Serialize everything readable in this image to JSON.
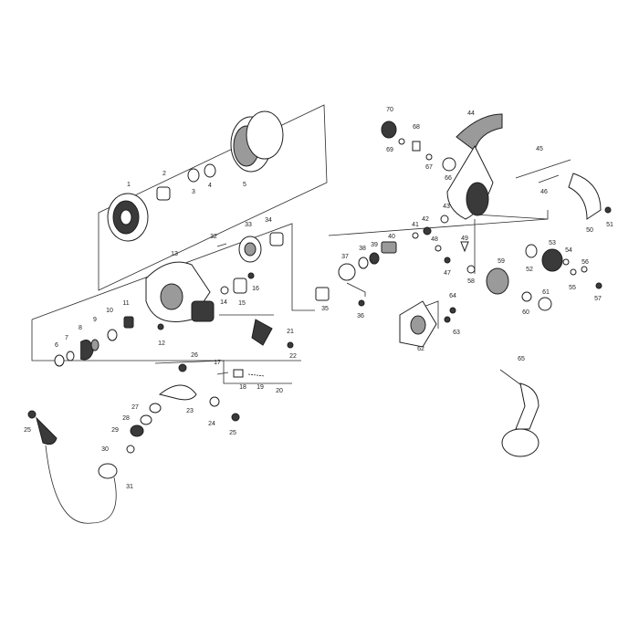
{
  "labels": [
    "1",
    "2",
    "3",
    "4",
    "5",
    "6",
    "7",
    "8",
    "9",
    "10",
    "11",
    "12",
    "13",
    "14",
    "15",
    "16",
    "17",
    "18",
    "19",
    "20",
    "21",
    "22",
    "23",
    "24",
    "25",
    "26",
    "27",
    "28",
    "29",
    "30",
    "31",
    "32",
    "33",
    "34",
    "35",
    "36",
    "37",
    "38",
    "39",
    "40",
    "41",
    "42",
    "43",
    "44",
    "45",
    "46",
    "47",
    "48",
    "49",
    "50",
    "51",
    "52",
    "53",
    "54",
    "55",
    "56",
    "57",
    "58",
    "59",
    "60",
    "61",
    "62",
    "63",
    "64",
    "65",
    "66",
    "67",
    "68",
    "69",
    "70",
    "25"
  ],
  "colors": {
    "line": "#2a2a2a",
    "part_dark": "#3a3a3a",
    "part_gray": "#9a9a9a",
    "background": "#ffffff"
  }
}
